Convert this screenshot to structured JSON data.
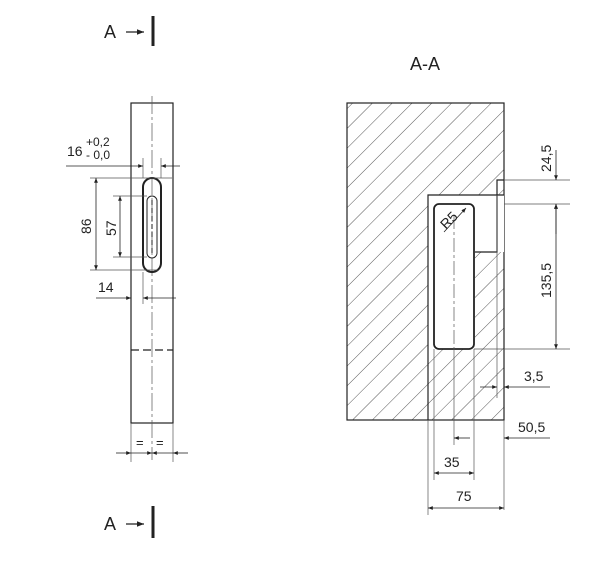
{
  "section_markers": {
    "top": "A",
    "bottom": "A"
  },
  "section_title": "A-A",
  "front_view": {
    "slot_width_nominal": "16",
    "slot_width_tol_upper": "+0,2",
    "slot_width_tol_lower": "- 0,0",
    "slot_outer_length": "86",
    "slot_inner_length": "57",
    "edge_offset": "14",
    "centering_marks": [
      "=",
      "="
    ]
  },
  "section_view": {
    "top_offset": "24,5",
    "pocket_depth": "135,5",
    "radius": "R5",
    "lip": "3,5",
    "dim_50_5": "50,5",
    "dim_35": "35",
    "dim_75": "75"
  },
  "colors": {
    "line": "#222222",
    "hatch": "#444444",
    "thin": "#555555"
  }
}
